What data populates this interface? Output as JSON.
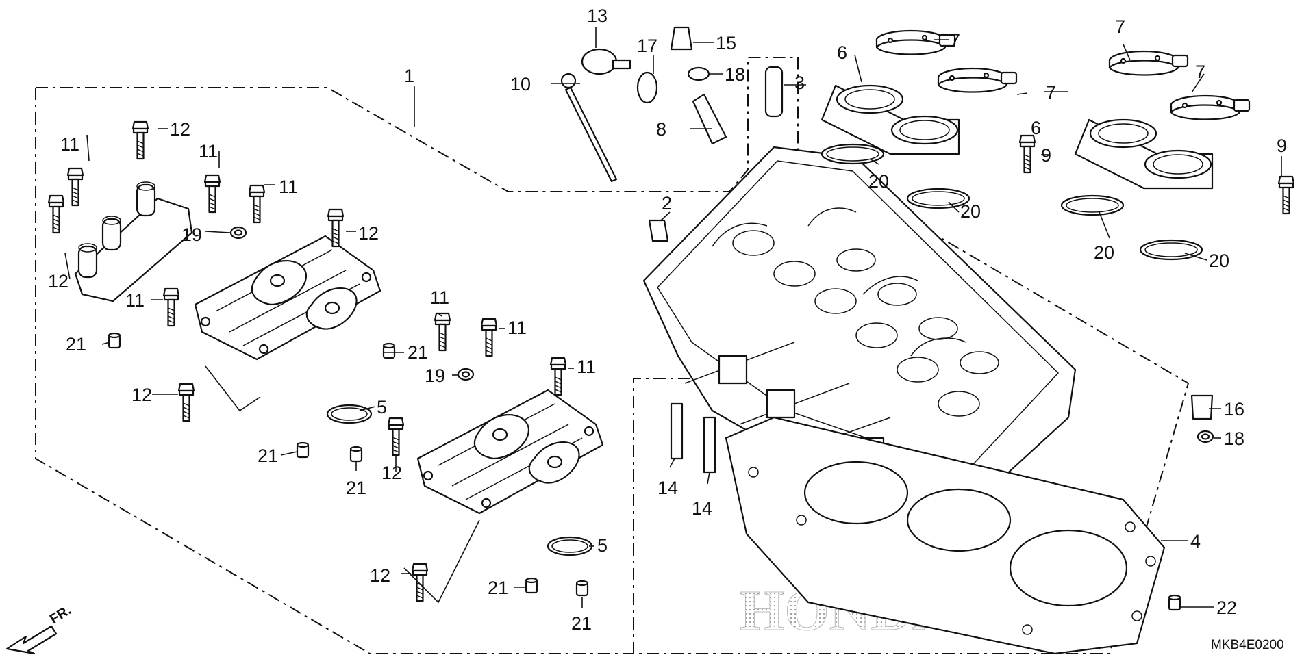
{
  "diagram": {
    "code": "MKB4E0200",
    "direction": "FR.",
    "watermark": "HONDA",
    "callouts": [
      {
        "id": "c1",
        "text": "1"
      },
      {
        "id": "c2",
        "text": "2"
      },
      {
        "id": "c3",
        "text": "3"
      },
      {
        "id": "c4",
        "text": "4"
      },
      {
        "id": "c5a",
        "text": "5"
      },
      {
        "id": "c5b",
        "text": "5"
      },
      {
        "id": "c6a",
        "text": "6"
      },
      {
        "id": "c6b",
        "text": "6"
      },
      {
        "id": "c7a",
        "text": "7"
      },
      {
        "id": "c7b",
        "text": "7"
      },
      {
        "id": "c7c",
        "text": "7"
      },
      {
        "id": "c7d",
        "text": "7"
      },
      {
        "id": "c8",
        "text": "8"
      },
      {
        "id": "c9a",
        "text": "9"
      },
      {
        "id": "c9b",
        "text": "9"
      },
      {
        "id": "c10",
        "text": "10"
      },
      {
        "id": "c11a",
        "text": "11"
      },
      {
        "id": "c11b",
        "text": "11"
      },
      {
        "id": "c11c",
        "text": "11"
      },
      {
        "id": "c11d",
        "text": "11"
      },
      {
        "id": "c11e",
        "text": "11"
      },
      {
        "id": "c11f",
        "text": "11"
      },
      {
        "id": "c11g",
        "text": "11"
      },
      {
        "id": "c12a",
        "text": "12"
      },
      {
        "id": "c12b",
        "text": "12"
      },
      {
        "id": "c12c",
        "text": "12"
      },
      {
        "id": "c12d",
        "text": "12"
      },
      {
        "id": "c12e",
        "text": "12"
      },
      {
        "id": "c12f",
        "text": "12"
      },
      {
        "id": "c13",
        "text": "13"
      },
      {
        "id": "c14a",
        "text": "14"
      },
      {
        "id": "c14b",
        "text": "14"
      },
      {
        "id": "c15",
        "text": "15"
      },
      {
        "id": "c16",
        "text": "16"
      },
      {
        "id": "c17",
        "text": "17"
      },
      {
        "id": "c18a",
        "text": "18"
      },
      {
        "id": "c18b",
        "text": "18"
      },
      {
        "id": "c19a",
        "text": "19"
      },
      {
        "id": "c19b",
        "text": "19"
      },
      {
        "id": "c20a",
        "text": "20"
      },
      {
        "id": "c20b",
        "text": "20"
      },
      {
        "id": "c20c",
        "text": "20"
      },
      {
        "id": "c20d",
        "text": "20"
      },
      {
        "id": "c21a",
        "text": "21"
      },
      {
        "id": "c21b",
        "text": "21"
      },
      {
        "id": "c21c",
        "text": "21"
      },
      {
        "id": "c21d",
        "text": "21"
      },
      {
        "id": "c21e",
        "text": "21"
      },
      {
        "id": "c21f",
        "text": "21"
      },
      {
        "id": "c22",
        "text": "22"
      }
    ]
  }
}
